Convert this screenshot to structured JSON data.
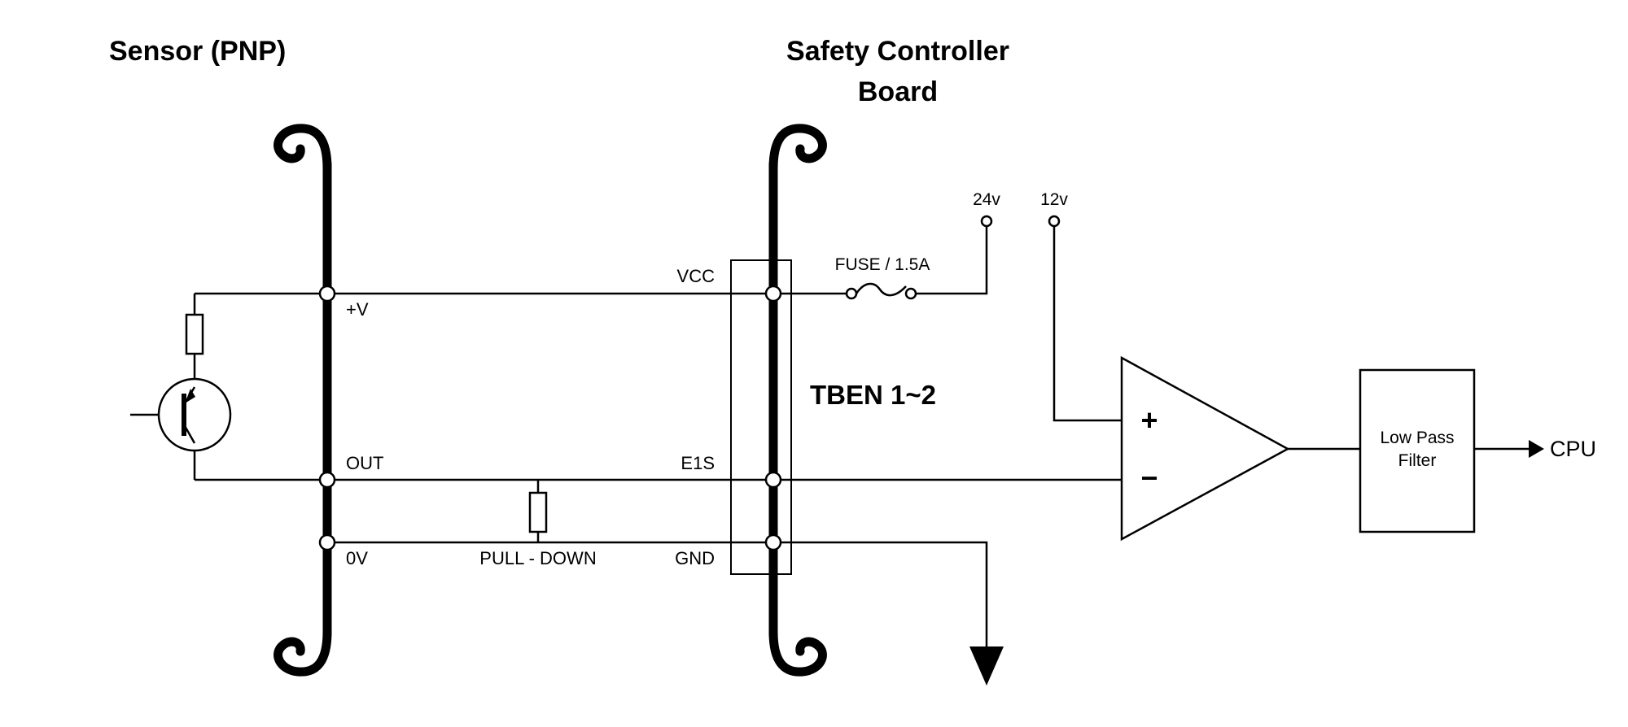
{
  "diagram": {
    "background": "#ffffff",
    "ink": "#000000",
    "titles": {
      "sensor": "Sensor (PNP)",
      "controller_line1": "Safety Controller",
      "controller_line2": "Board"
    },
    "sensor_pins": {
      "vplus": "+V",
      "out": "OUT",
      "zerov": "0V"
    },
    "controller_pins": {
      "vcc": "VCC",
      "e1s": "E1S",
      "gnd": "GND"
    },
    "components": {
      "pull_down": "PULL - DOWN",
      "fuse": "FUSE / 1.5A",
      "tben": "TBEN 1~2",
      "rail_24v": "24v",
      "rail_12v": "12v",
      "comparator_plus": "+",
      "comparator_minus": "−",
      "lpf_line1": "Low Pass",
      "lpf_line2": "Filter",
      "cpu": "CPU"
    }
  }
}
